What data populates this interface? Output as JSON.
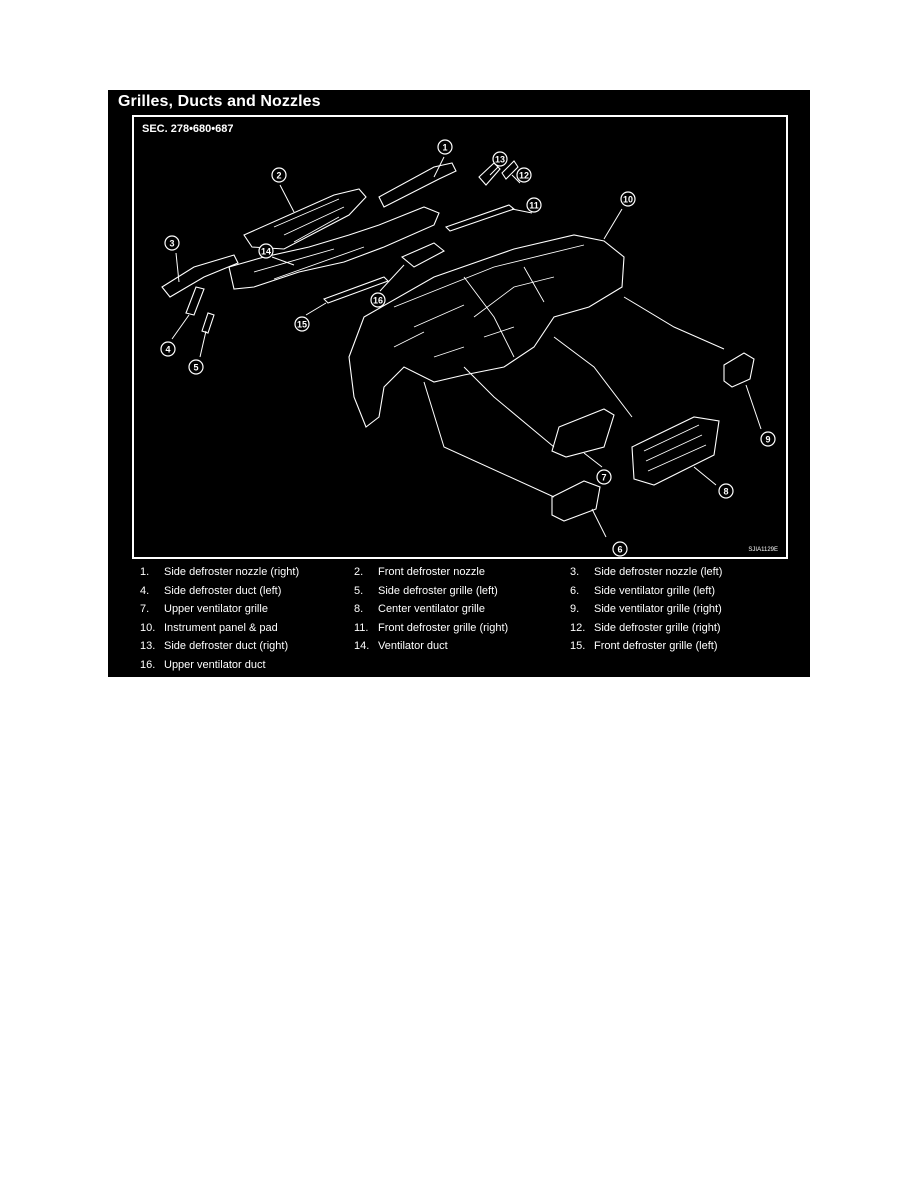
{
  "title": "Grilles, Ducts and Nozzles",
  "section": "SEC. 278•680•687",
  "figure_code": "SJIA1129E",
  "callouts": [
    "1",
    "2",
    "3",
    "4",
    "5",
    "6",
    "7",
    "8",
    "9",
    "10",
    "11",
    "12",
    "13",
    "14",
    "15",
    "16"
  ],
  "legend": [
    {
      "num": "1.",
      "text": "Side defroster nozzle (right)"
    },
    {
      "num": "2.",
      "text": "Front defroster nozzle"
    },
    {
      "num": "3.",
      "text": "Side defroster nozzle (left)"
    },
    {
      "num": "4.",
      "text": "Side defroster duct (left)"
    },
    {
      "num": "5.",
      "text": "Side defroster grille (left)"
    },
    {
      "num": "6.",
      "text": "Side ventilator grille (left)"
    },
    {
      "num": "7.",
      "text": "Upper ventilator grille"
    },
    {
      "num": "8.",
      "text": "Center ventilator grille"
    },
    {
      "num": "9.",
      "text": "Side ventilator grille (right)"
    },
    {
      "num": "10.",
      "text": "Instrument panel & pad"
    },
    {
      "num": "11.",
      "text": "Front defroster grille (right)"
    },
    {
      "num": "12.",
      "text": "Side defroster grille (right)"
    },
    {
      "num": "13.",
      "text": "Side defroster duct (right)"
    },
    {
      "num": "14.",
      "text": "Ventilator duct"
    },
    {
      "num": "15.",
      "text": "Front defroster grille (left)"
    },
    {
      "num": "16.",
      "text": "Upper ventilator duct"
    }
  ]
}
